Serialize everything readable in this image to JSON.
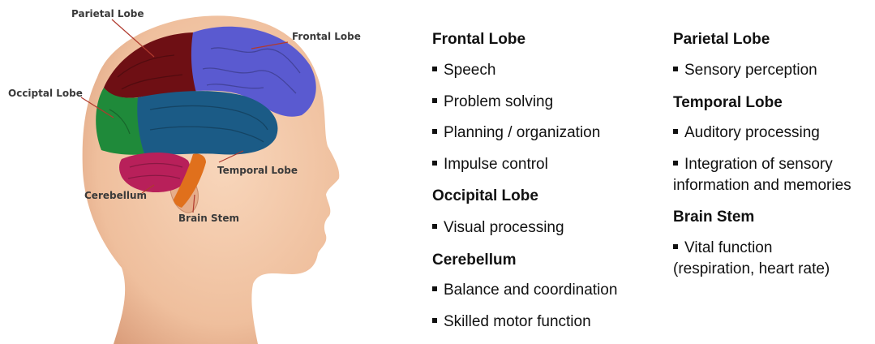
{
  "diagram": {
    "labels": {
      "parietal": "Parietal Lobe",
      "frontal": "Frontal Lobe",
      "occipital": "Occiptal Lobe",
      "temporal": "Temporal Lobe",
      "cerebellum": "Cerebellum",
      "brainstem": "Brain Stem"
    },
    "colors": {
      "frontal": "#5a5ad0",
      "parietal": "#6e0f14",
      "occipital": "#1f8a3a",
      "temporal": "#1b5b86",
      "cerebellum": "#b8205a",
      "brainstem": "#e0701c",
      "skin": "#f1c3a2",
      "skin_shadow": "#d89a78"
    }
  },
  "sections": {
    "frontal": {
      "title": "Frontal Lobe",
      "items": [
        "Speech",
        "Problem solving",
        "Planning / organization",
        "Impulse control"
      ]
    },
    "occipital": {
      "title": "Occipital Lobe",
      "items": [
        "Visual processing"
      ]
    },
    "cerebellum": {
      "title": "Cerebellum",
      "items": [
        "Balance and coordination",
        "Skilled motor function"
      ]
    },
    "parietal": {
      "title": "Parietal Lobe",
      "items": [
        "Sensory perception"
      ]
    },
    "temporal": {
      "title": "Temporal Lobe",
      "items": [
        "Auditory processing",
        "Integration of sensory",
        "information and memories"
      ]
    },
    "brainstem": {
      "title": "Brain Stem",
      "items": [
        "Vital function",
        "(respiration, heart rate)"
      ]
    }
  }
}
